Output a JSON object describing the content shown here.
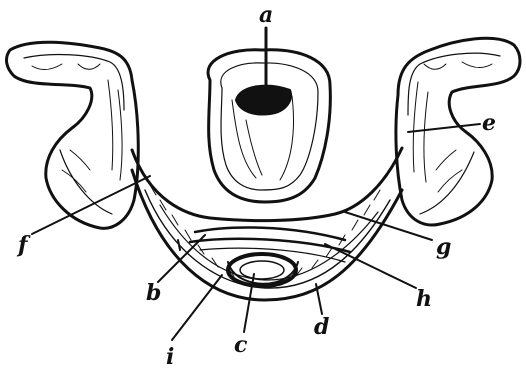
{
  "figure": {
    "labels": {
      "a": "a",
      "b": "b",
      "c": "c",
      "d": "d",
      "e": "e",
      "f": "f",
      "g": "g",
      "h": "h",
      "i": "i"
    },
    "colors": {
      "ink": "#111111",
      "paper": "#ffffff"
    }
  }
}
